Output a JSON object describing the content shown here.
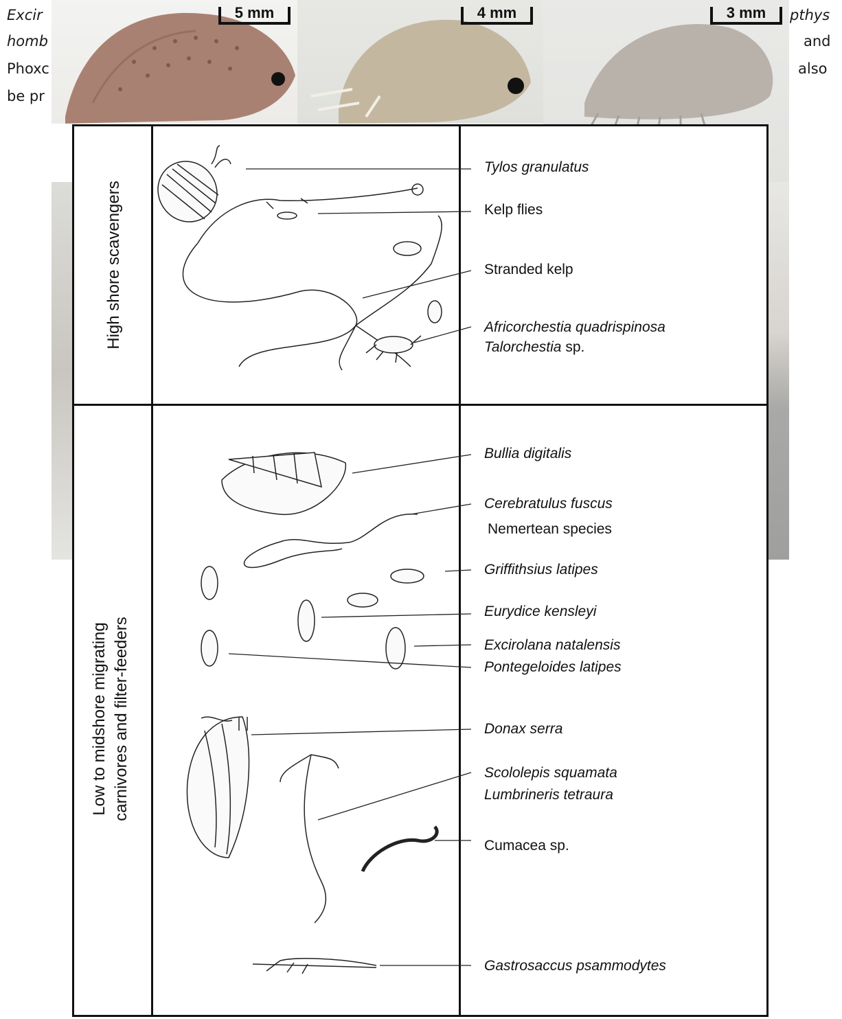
{
  "document": {
    "line1_left": "Excir",
    "line1_right": "pthys",
    "line2_left": "homb",
    "line2_right": "and",
    "line3_left": "Phoxc",
    "line3_right": "also",
    "line4_left": "be pr"
  },
  "photos": [
    {
      "scale": "5 mm"
    },
    {
      "scale": "4 mm"
    },
    {
      "scale": "3 mm"
    }
  ],
  "zones": {
    "high": "High shore scavengers",
    "low_line1": "Low to midshore migrating",
    "low_line2": "carnivores and filter-feeders"
  },
  "species": {
    "tylos": "Tylos granulatus",
    "kelp_flies": "Kelp flies",
    "stranded_kelp": "Stranded kelp",
    "africorchestia": "Africorchestia quadrispinosa",
    "talorchestia_genus": "Talorchestia",
    "talorchestia_sp": "sp.",
    "bullia": "Bullia digitalis",
    "cerebratulus": "Cerebratulus fuscus",
    "nemertean": "Nemertean species",
    "griffithsius": "Griffithsius latipes",
    "eurydice": "Eurydice kensleyi",
    "excirolana": "Excirolana natalensis",
    "pontegeloides": "Pontegeloides latipes",
    "donax": "Donax serra",
    "scololepis": "Scololepis squamata",
    "lumbrineris": "Lumbrineris tetraura",
    "cumacea": "Cumacea sp.",
    "gastrosaccus": "Gastrosaccus psammodytes"
  }
}
